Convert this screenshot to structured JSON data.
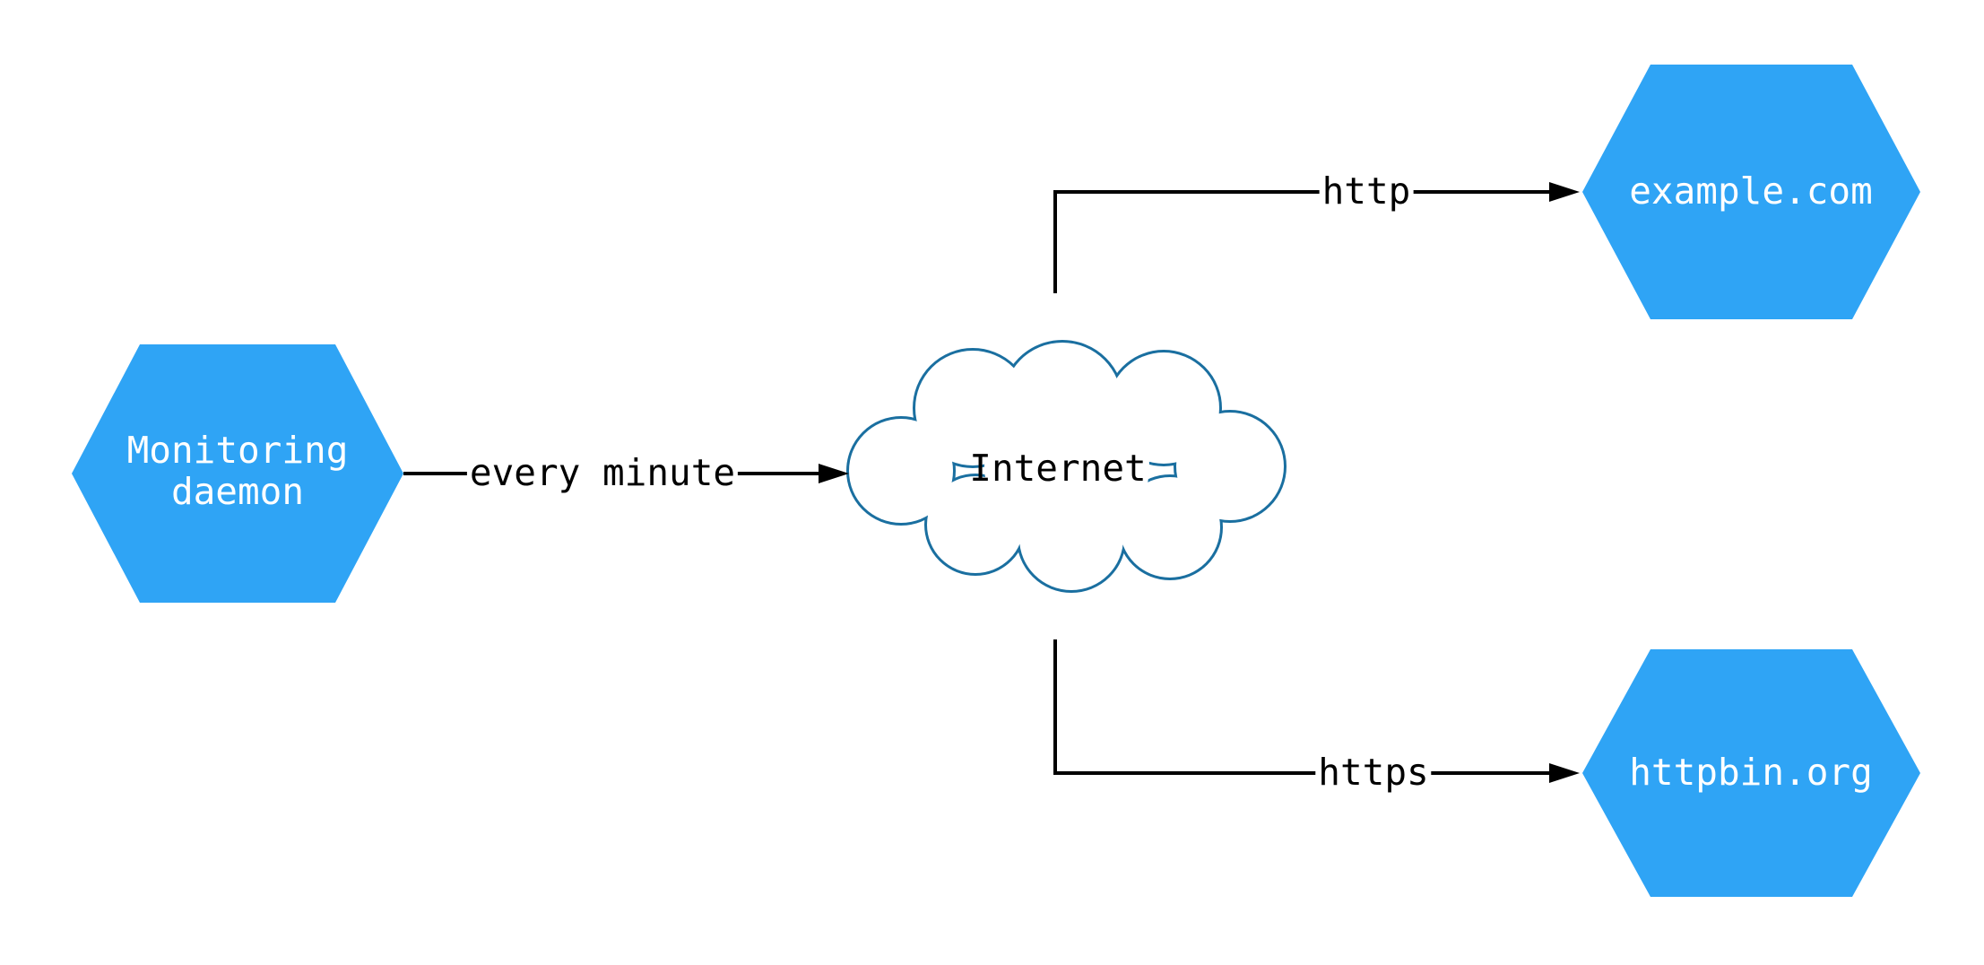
{
  "diagram": {
    "title": "monitoring network diagram",
    "nodes": {
      "monitoring_daemon": {
        "label": "Monitoring\ndaemon",
        "shape": "hexagon"
      },
      "internet": {
        "label": "Internet",
        "shape": "cloud"
      },
      "example_com": {
        "label": "example.com",
        "shape": "hexagon"
      },
      "httpbin_org": {
        "label": "httpbin.org",
        "shape": "hexagon"
      }
    },
    "edges": [
      {
        "from": "monitoring_daemon",
        "to": "internet",
        "label": "every minute"
      },
      {
        "from": "internet",
        "to": "example_com",
        "label": "http"
      },
      {
        "from": "internet",
        "to": "httpbin_org",
        "label": "https"
      }
    ]
  },
  "colors": {
    "node_fill": "#2FA4F5",
    "node_text": "#FFFFFF",
    "cloud_stroke": "#1A6FA0",
    "edge_color": "#000000",
    "background": "#FFFFFF"
  }
}
